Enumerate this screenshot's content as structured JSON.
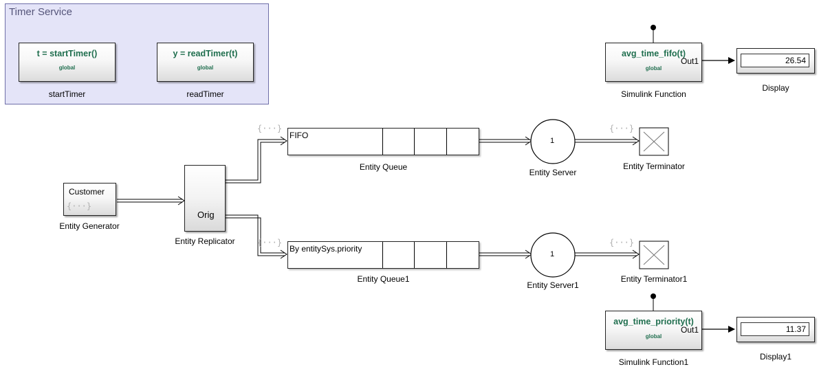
{
  "timer_service": {
    "title": "Timer Service",
    "start_timer": {
      "signature": "t = startTimer()",
      "scope": "global",
      "name": "startTimer"
    },
    "read_timer": {
      "signature": "y = readTimer(t)",
      "scope": "global",
      "name": "readTimer"
    }
  },
  "simulink_functions": [
    {
      "signature": "avg_time_fifo(t)",
      "scope": "global",
      "port": "Out1",
      "name": "Simulink Function"
    },
    {
      "signature": "avg_time_priority(t)",
      "scope": "global",
      "port": "Out1",
      "name": "Simulink Function1"
    }
  ],
  "displays": [
    {
      "value": "26.54",
      "name": "Display"
    },
    {
      "value": "11.37",
      "name": "Display1"
    }
  ],
  "entity_generator": {
    "entity_type": "Customer",
    "attr": "{···}",
    "name": "Entity Generator"
  },
  "entity_replicator": {
    "port_label": "Orig",
    "name": "Entity Replicator"
  },
  "queues": [
    {
      "policy": "FIFO",
      "name": "Entity Queue"
    },
    {
      "policy": "By entitySys.priority",
      "name": "Entity Queue1"
    }
  ],
  "servers": [
    {
      "capacity": "1",
      "name": "Entity Server"
    },
    {
      "capacity": "1",
      "name": "Entity Server1"
    }
  ],
  "terminators": [
    {
      "name": "Entity Terminator"
    },
    {
      "name": "Entity Terminator1"
    }
  ],
  "attr_badge": "{···}",
  "colors": {
    "area_bg": "#e4e4f8",
    "function_text": "#1f6e4e"
  }
}
